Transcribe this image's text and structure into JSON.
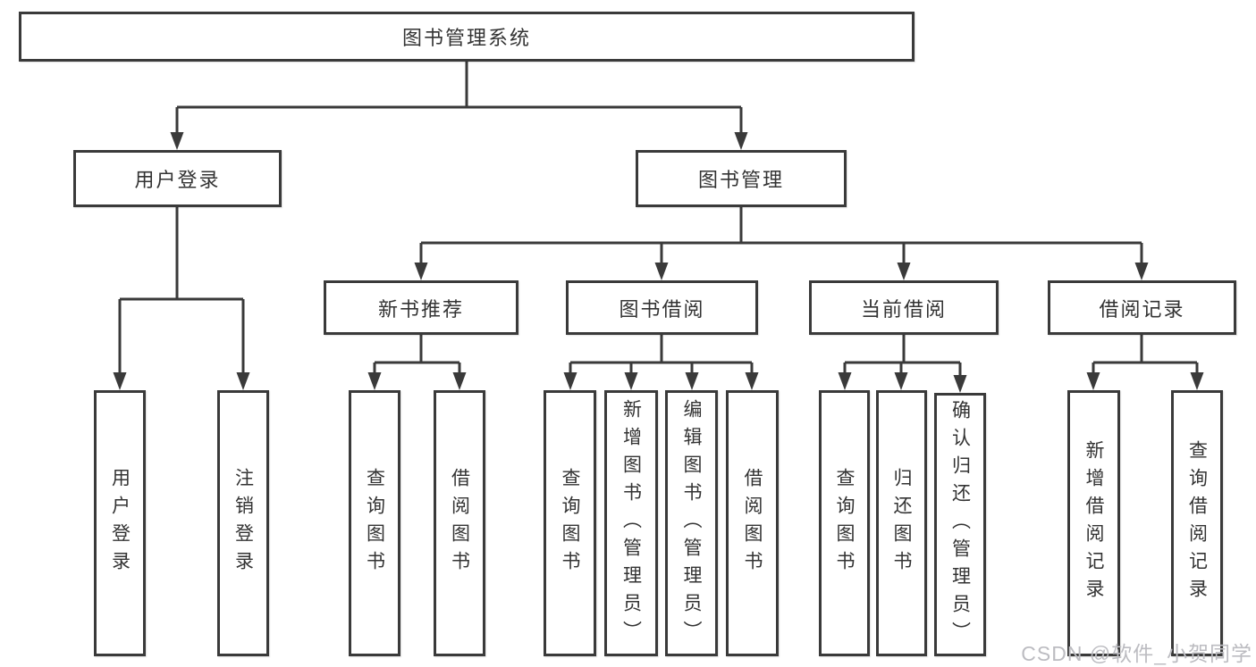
{
  "diagram": {
    "title": "图书管理系统",
    "watermark": "CSDN @软件_小贺同学",
    "colors": {
      "line": "#3a3a3a",
      "box_border": "#3a3a3a",
      "text": "#333333",
      "background": "#ffffff",
      "watermark": "#bcbcc1"
    },
    "tree": {
      "root": "图书管理系统",
      "children": [
        {
          "label": "用户登录",
          "children": [
            {
              "label": "用户登录"
            },
            {
              "label": "注销登录"
            }
          ]
        },
        {
          "label": "图书管理",
          "children": [
            {
              "label": "新书推荐",
              "children": [
                {
                  "label": "查询图书"
                },
                {
                  "label": "借阅图书"
                }
              ]
            },
            {
              "label": "图书借阅",
              "children": [
                {
                  "label": "查询图书"
                },
                {
                  "label": "新增图书（管理员）"
                },
                {
                  "label": "编辑图书（管理员）"
                },
                {
                  "label": "借阅图书"
                }
              ]
            },
            {
              "label": "当前借阅",
              "children": [
                {
                  "label": "查询图书"
                },
                {
                  "label": "归还图书"
                },
                {
                  "label": "确认归还（管理员）"
                }
              ]
            },
            {
              "label": "借阅记录",
              "children": [
                {
                  "label": "新增借阅记录"
                },
                {
                  "label": "查询借阅记录"
                }
              ]
            }
          ]
        }
      ]
    }
  }
}
